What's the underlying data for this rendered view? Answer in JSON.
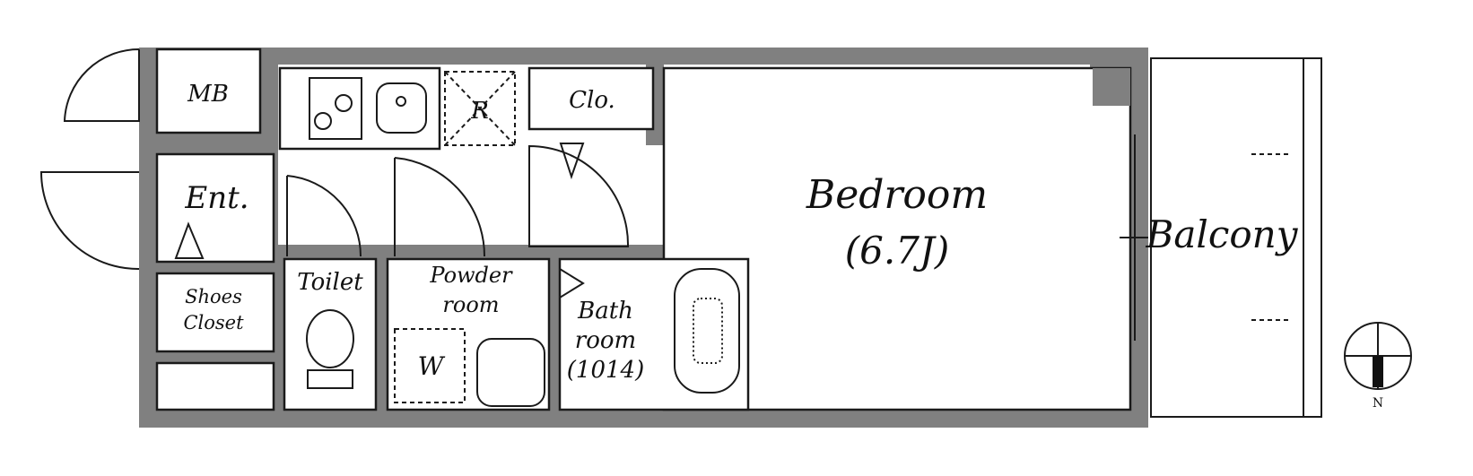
{
  "labels": {
    "mb": "MB",
    "refrigerator": "R",
    "closet": "Clo.",
    "entrance": "Ent.",
    "bedroom": "Bedroom",
    "bedroom_size": "(6.7J)",
    "balcony": "Balcony",
    "toilet": "Toilet",
    "powder_room_1": "Powder",
    "powder_room_2": "room",
    "washer": "W",
    "bath_1": "Bath",
    "bath_2": "room",
    "bath_3": "(1014)",
    "shoes_1": "Shoes",
    "shoes_2": "Closet",
    "north": "N"
  },
  "colors": {
    "wall": "#808080",
    "line": "#1a1a1a",
    "background": "#ffffff"
  },
  "icons": [
    "stove-icon",
    "sink-icon",
    "toilet-icon",
    "bathtub-icon",
    "compass-icon",
    "door-swing-icon"
  ]
}
